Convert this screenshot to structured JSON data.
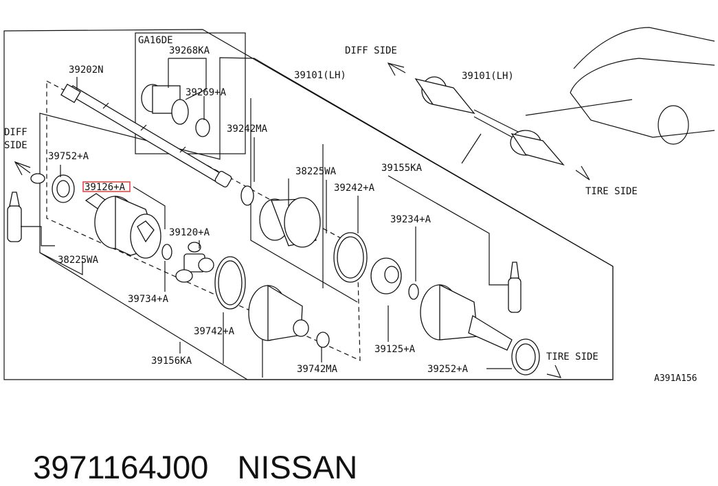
{
  "diagram": {
    "engine_label": "GA16DE",
    "direction_labels": {
      "diff_side_left": "DIFF SIDE",
      "diff_side_top": "DIFF SIDE",
      "tire_side_top": "TIRE SIDE",
      "tire_side_bottom": "TIRE SIDE"
    },
    "part_labels": {
      "p39268KA": "39268KA",
      "p39269A": "39269+A",
      "p39202N": "39202N",
      "p39101LH_main": "39101(LH)",
      "p39101LH_inset": "39101(LH)",
      "p39242MA": "39242MA",
      "p38225WA_upper": "38225WA",
      "p39155KA": "39155KA",
      "p39242A": "39242+A",
      "p39234A": "39234+A",
      "p39752A": "39752+A",
      "p39126A": "39126+A",
      "p39120A": "39120+A",
      "p38225WA_lower": "38225WA",
      "p39734A": "39734+A",
      "p39742A": "39742+A",
      "p39156KA": "39156KA",
      "p39742MA": "39742MA",
      "p39125A": "39125+A",
      "p39252A": "39252+A"
    },
    "figure_code": "A391A156",
    "highlighted_part": "39126+A"
  },
  "caption": {
    "part_number": "3971164J00",
    "brand": "NISSAN"
  }
}
